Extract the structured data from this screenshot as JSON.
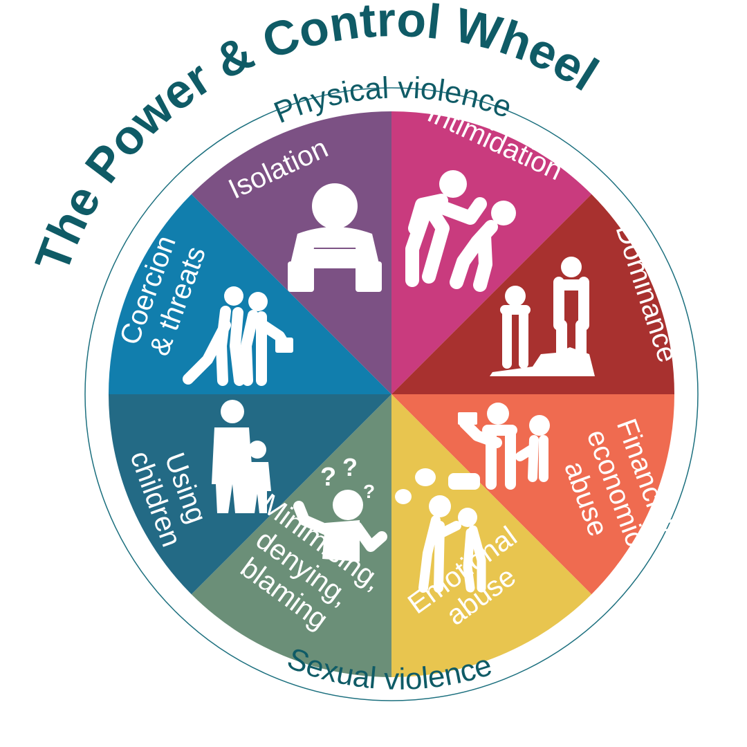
{
  "title": "The Power & Control Wheel",
  "ring": {
    "top_label": "Physical violence",
    "bottom_label": "Sexual violence"
  },
  "segments": [
    {
      "key": "isolation",
      "lines": [
        "Isolation"
      ],
      "color": "#c93b7e"
    },
    {
      "key": "intimidation",
      "lines": [
        "Intimidation"
      ],
      "color": "#a8312f"
    },
    {
      "key": "dominance",
      "lines": [
        "Dominance"
      ],
      "color": "#ef6b50"
    },
    {
      "key": "financial",
      "lines": [
        "Financial/",
        "economic",
        "abuse"
      ],
      "color": "#e8c54f"
    },
    {
      "key": "emotional",
      "lines": [
        "Emotional",
        "abuse"
      ],
      "color": "#6b8f78"
    },
    {
      "key": "minimising",
      "lines": [
        "Minimising,",
        "denying,",
        "blaming"
      ],
      "color": "#236a85"
    },
    {
      "key": "children",
      "lines": [
        "Using",
        "children"
      ],
      "color": "#117ead"
    },
    {
      "key": "coercion",
      "lines": [
        "Coercion",
        "& threats"
      ],
      "color": "#7c5184"
    }
  ],
  "icons": {
    "isolation": "sitting-person-icon",
    "intimidation": "intimidating-people-icon",
    "dominance": "dominant-person-icon",
    "financial": "money-figures-icon",
    "emotional": "arguing-figures-icon",
    "minimising": "confused-person-icon",
    "children": "parent-child-icon",
    "coercion": "coercion-figures-icon"
  },
  "colors": {
    "teal_text": "#0f5b66",
    "ring_stroke": "#1b6f7e"
  }
}
